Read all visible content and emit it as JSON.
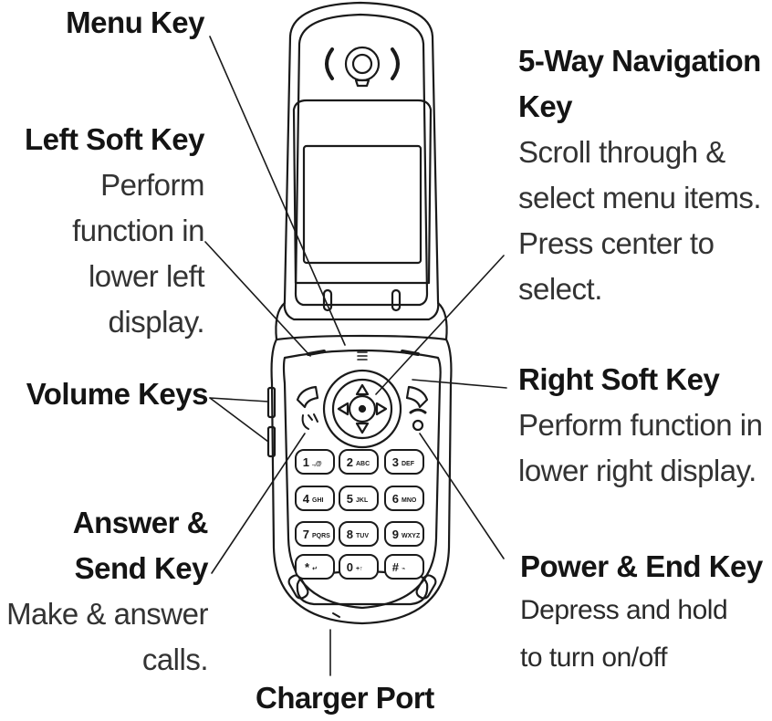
{
  "labels": {
    "menu_key": {
      "title": "Menu Key"
    },
    "left_soft_key": {
      "title": "Left Soft Key",
      "desc": [
        "Perform",
        "function in",
        "lower left",
        "display."
      ]
    },
    "volume_keys": {
      "title": "Volume Keys"
    },
    "answer_send_key": {
      "title": [
        "Answer &",
        "Send Key"
      ],
      "desc": [
        "Make & answer",
        "calls."
      ]
    },
    "charger_port": {
      "title": "Charger Port"
    },
    "nav_key": {
      "title": [
        "5-Way Navigation",
        "Key"
      ],
      "desc": [
        "Scroll through &",
        "select menu items.",
        "Press center to",
        "select."
      ]
    },
    "right_soft_key": {
      "title": "Right Soft Key",
      "desc": [
        "Perform function in",
        "lower right display."
      ]
    },
    "power_end_key": {
      "title": "Power & End Key",
      "desc": [
        "Depress and hold",
        "to turn on/off"
      ]
    }
  },
  "keypad": [
    {
      "num": "1",
      "sub": ".,@"
    },
    {
      "num": "2",
      "sub": "ABC"
    },
    {
      "num": "3",
      "sub": "DEF"
    },
    {
      "num": "4",
      "sub": "GHI"
    },
    {
      "num": "5",
      "sub": "JKL"
    },
    {
      "num": "6",
      "sub": "MNO"
    },
    {
      "num": "7",
      "sub": "PQRS"
    },
    {
      "num": "8",
      "sub": "TUV"
    },
    {
      "num": "9",
      "sub": "WXYZ"
    },
    {
      "num": "*",
      "sub": "↵"
    },
    {
      "num": "0",
      "sub": "+↑"
    },
    {
      "num": "#",
      "sub": "⌁"
    }
  ],
  "colors": {
    "ink": "#1a1a1a",
    "paper": "#ffffff"
  }
}
